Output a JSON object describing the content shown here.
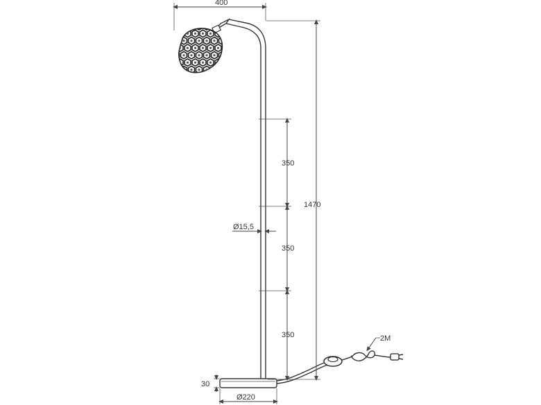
{
  "dimensions": {
    "shade_width": "400",
    "total_height": "1470",
    "segment_1": "350",
    "segment_2": "350",
    "segment_3": "350",
    "tube_diameter": "Ø15,5",
    "base_height": "30",
    "base_diameter": "Ø220",
    "cable_length": "2M"
  }
}
